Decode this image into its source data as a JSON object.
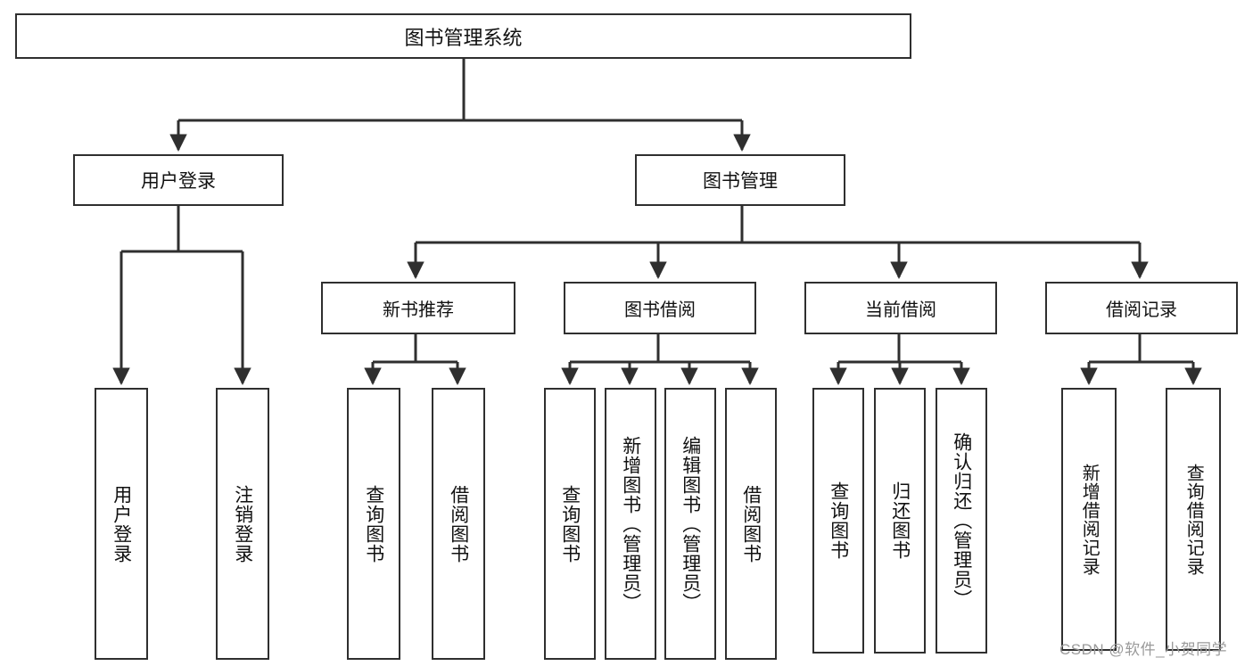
{
  "diagram": {
    "type": "tree",
    "title": "图书管理系统",
    "root": {
      "label": "图书管理系统"
    },
    "level1": [
      {
        "label": "用户登录"
      },
      {
        "label": "图书管理"
      }
    ],
    "level2": [
      {
        "label": "新书推荐"
      },
      {
        "label": "图书借阅"
      },
      {
        "label": "当前借阅"
      },
      {
        "label": "借阅记录"
      }
    ],
    "leaves": {
      "user_login": [
        {
          "label": "用户登录"
        },
        {
          "label": "注销登录"
        }
      ],
      "new_book_recommend": [
        {
          "label": "查询图书"
        },
        {
          "label": "借阅图书"
        }
      ],
      "book_borrow": [
        {
          "label": "查询图书"
        },
        {
          "label": "新增图书（管理员）"
        },
        {
          "label": "编辑图书（管理员）"
        },
        {
          "label": "借阅图书"
        }
      ],
      "current_borrow": [
        {
          "label": "查询图书"
        },
        {
          "label": "归还图书"
        },
        {
          "label": "确认归还（管理员）"
        }
      ],
      "borrow_record": [
        {
          "label": "新增借阅记录"
        },
        {
          "label": "查询借阅记录"
        }
      ]
    }
  },
  "watermark": {
    "text": "CSDN @软件_小贺同学"
  },
  "colors": {
    "stroke": "#2f2f2f",
    "fill": "#ffffff",
    "watermark": "#9a9a9a"
  }
}
